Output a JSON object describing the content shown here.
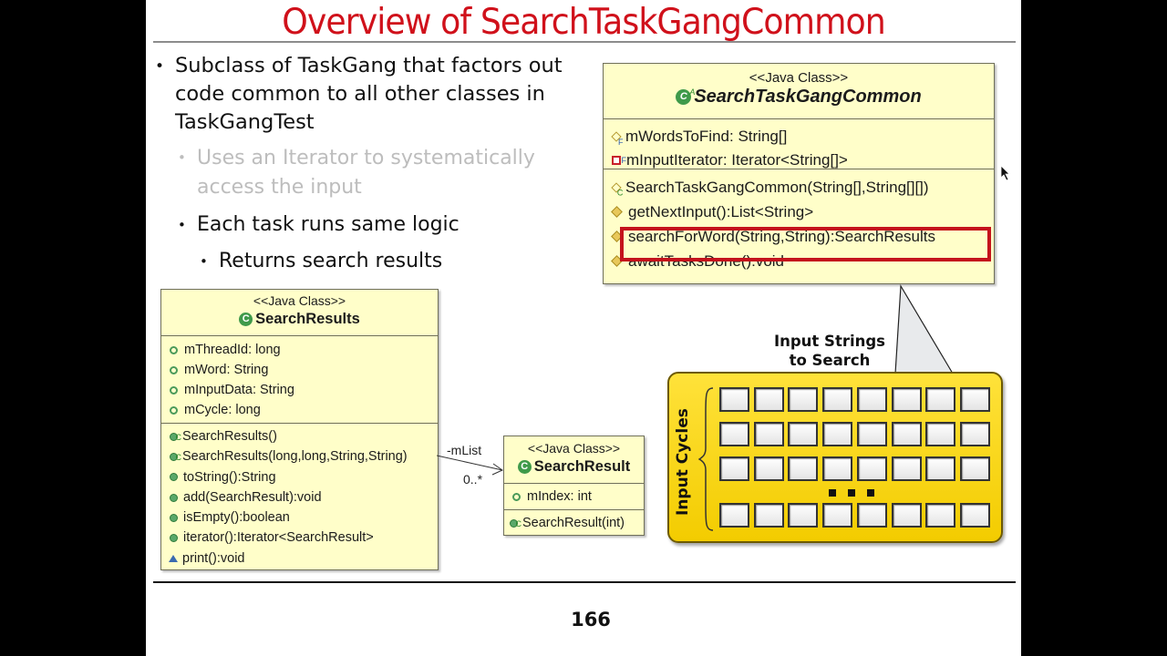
{
  "slide": {
    "title": "Overview of SearchTaskGangCommon",
    "page_number": "166",
    "bullets": [
      {
        "level": 1,
        "text_lines": [
          "Subclass of TaskGang that factors out",
          "code common to all other classes in",
          "TaskGangTest"
        ],
        "dimmed": false
      },
      {
        "level": 2,
        "text_lines": [
          "Uses an Iterator to systematically",
          "access the input"
        ],
        "dimmed": true
      },
      {
        "level": 2,
        "text_lines": [
          "Each task runs same logic"
        ],
        "dimmed": false
      },
      {
        "level": 3,
        "text_lines": [
          "Returns search results"
        ],
        "dimmed": false
      }
    ]
  },
  "uml": {
    "search_task_gang_common": {
      "stereotype": "<<Java Class>>",
      "name": "SearchTaskGangCommon",
      "fields": [
        {
          "icon": "protected-final-field-icon",
          "text": "mWordsToFind: String[]"
        },
        {
          "icon": "private-final-field-icon",
          "text": "mInputIterator: Iterator<String[]>"
        }
      ],
      "methods": [
        {
          "icon": "constructor-icon",
          "text": "SearchTaskGangCommon(String[],String[][])"
        },
        {
          "icon": "protected-method-icon",
          "text": "getNextInput():List<String>"
        },
        {
          "icon": "protected-method-icon",
          "text": "searchForWord(String,String):SearchResults",
          "highlighted": true
        },
        {
          "icon": "protected-method-icon",
          "text": "awaitTasksDone():void"
        }
      ]
    },
    "search_results": {
      "stereotype": "<<Java Class>>",
      "name": "SearchResults",
      "fields": [
        {
          "icon": "field-icon",
          "text": "mThreadId: long"
        },
        {
          "icon": "field-icon",
          "text": "mWord: String"
        },
        {
          "icon": "field-icon",
          "text": "mInputData: String"
        },
        {
          "icon": "field-icon",
          "text": "mCycle: long"
        }
      ],
      "methods": [
        {
          "icon": "constructor-icon",
          "text": "SearchResults()"
        },
        {
          "icon": "constructor-icon",
          "text": "SearchResults(long,long,String,String)"
        },
        {
          "icon": "public-method-icon",
          "text": "toString():String"
        },
        {
          "icon": "public-method-icon",
          "text": "add(SearchResult):void"
        },
        {
          "icon": "public-method-icon",
          "text": "isEmpty():boolean"
        },
        {
          "icon": "public-method-icon",
          "text": "iterator():Iterator<SearchResult>"
        },
        {
          "icon": "package-method-icon",
          "text": "print():void"
        }
      ]
    },
    "search_result": {
      "stereotype": "<<Java Class>>",
      "name": "SearchResult",
      "fields": [
        {
          "icon": "field-icon",
          "text": "mIndex: int"
        }
      ],
      "methods": [
        {
          "icon": "constructor-icon",
          "text": "SearchResult(int)"
        }
      ]
    },
    "association": {
      "role": "-mList",
      "multiplicity": "0..*"
    }
  },
  "input_diagram": {
    "callout_label_lines": [
      "Input Strings",
      "to Search"
    ],
    "side_label": "Input Cycles",
    "columns": 8,
    "visible_rows": 4,
    "ellipsis": "..."
  },
  "colors": {
    "title": "#d0111b",
    "uml_fill": "#fffec9",
    "highlight": "#c4121c",
    "panel": "#f5d000",
    "dimmed_text": "#bdbdbd"
  }
}
